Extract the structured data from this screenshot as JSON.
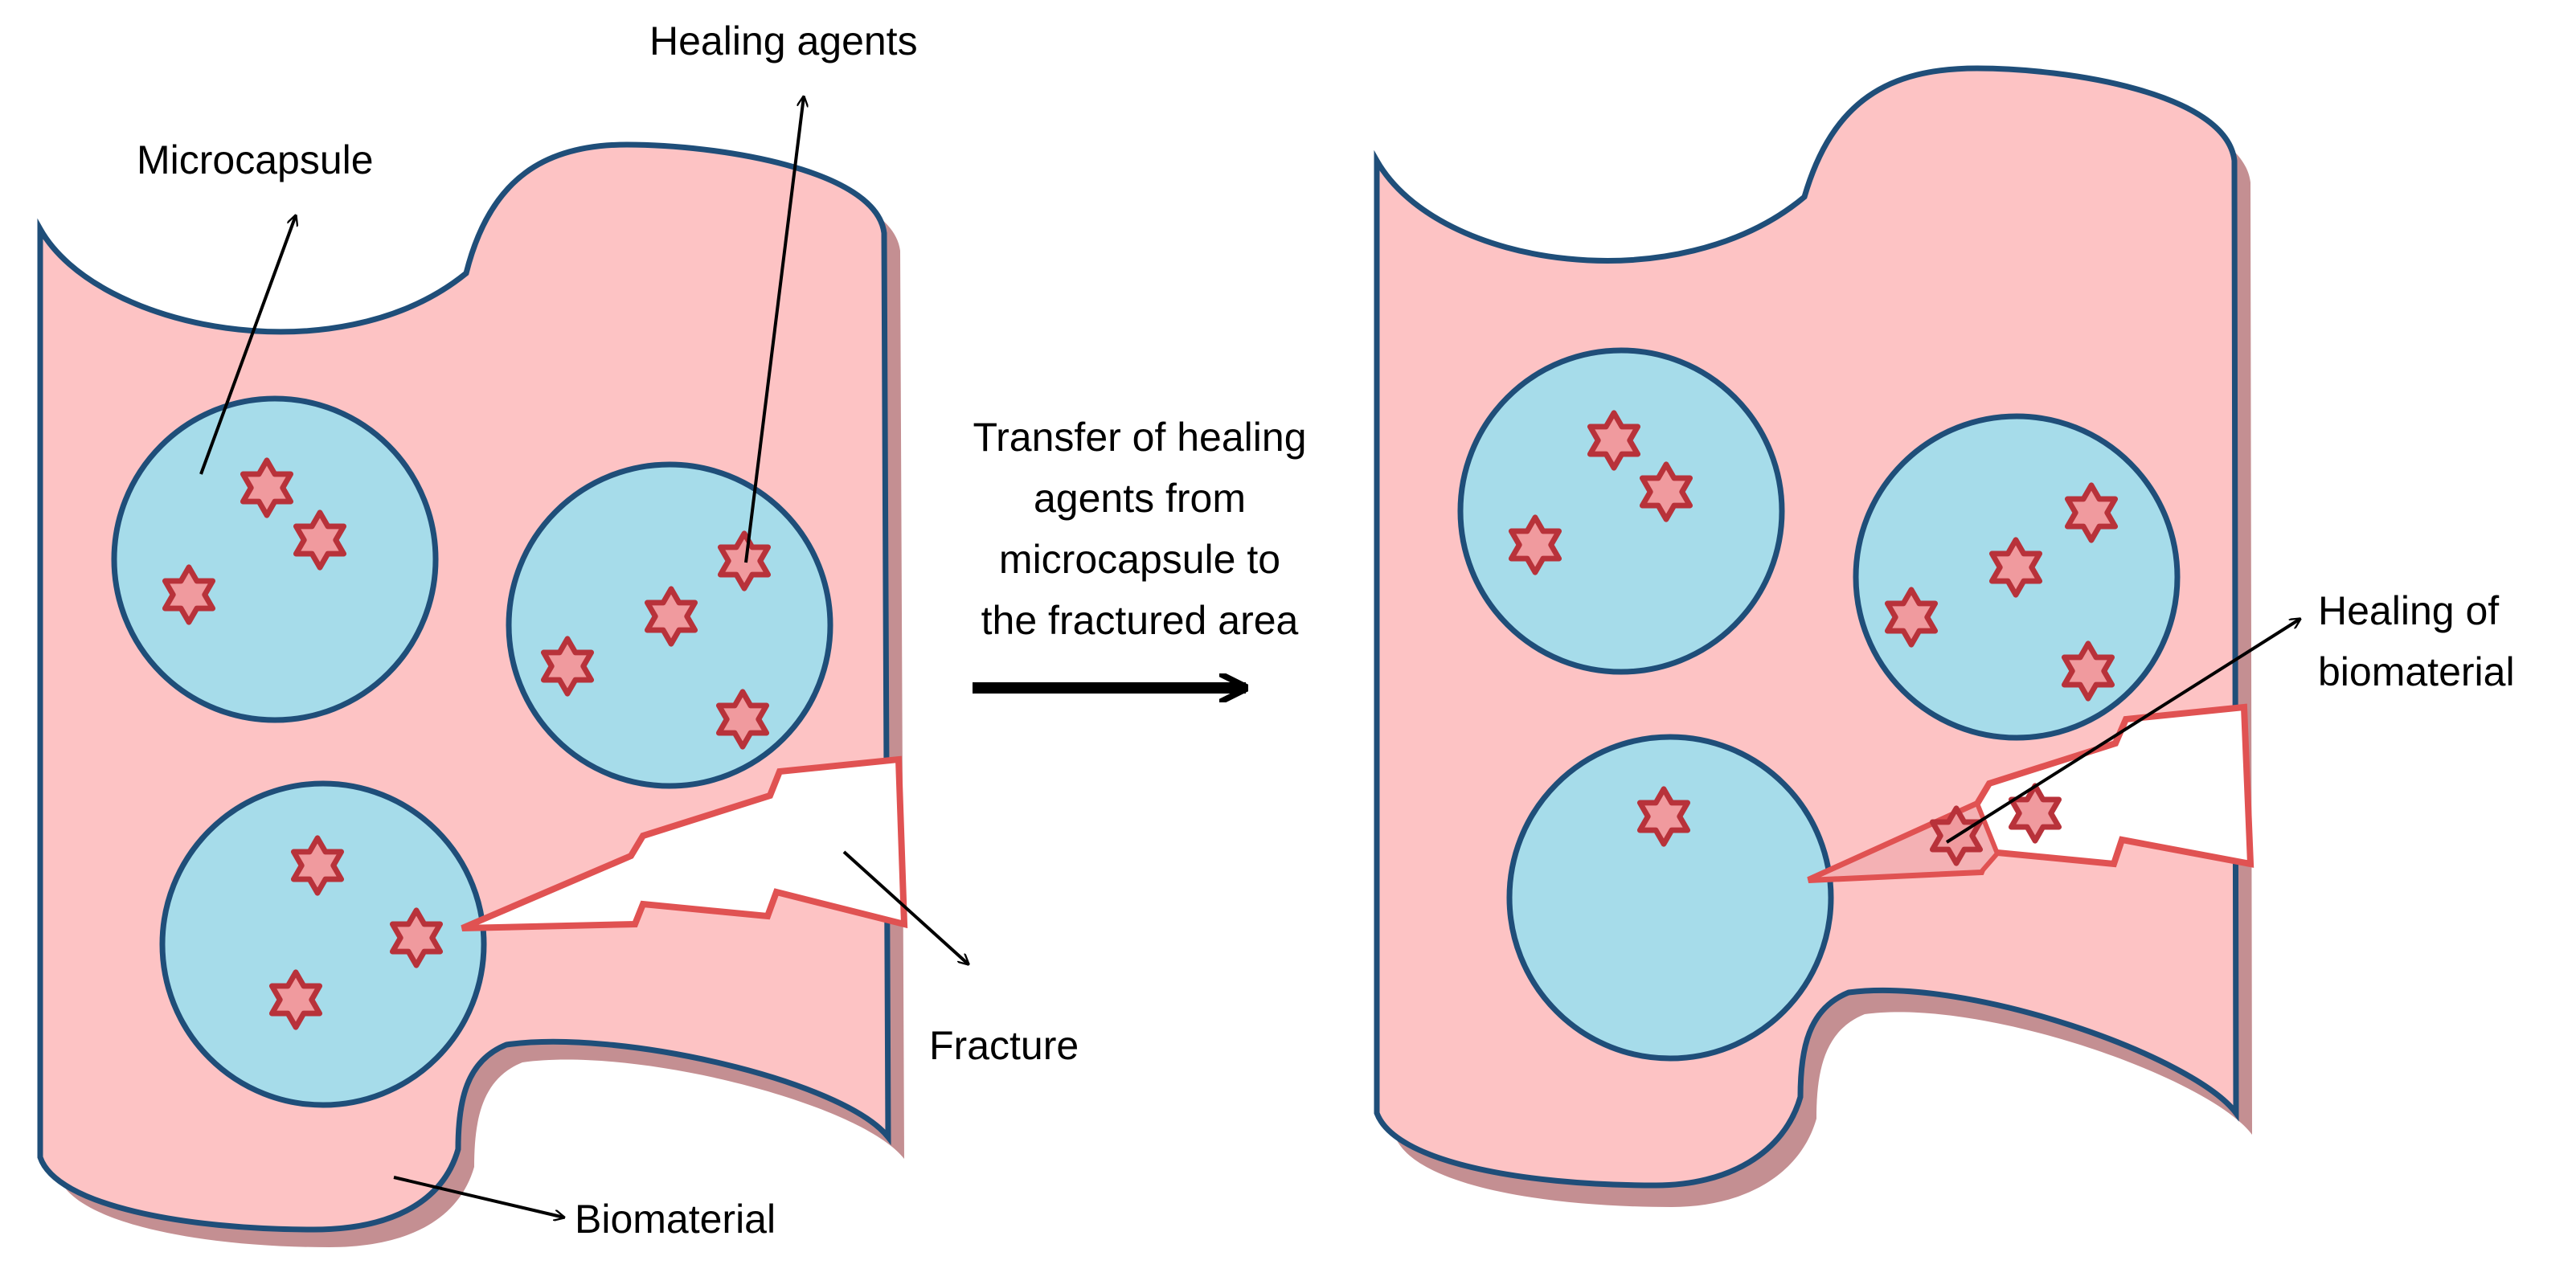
{
  "labels": {
    "microcapsule": "Microcapsule",
    "healing_agents": "Healing agents",
    "fracture": "Fracture",
    "biomaterial": "Biomaterial",
    "transfer_line1": "Transfer of healing",
    "transfer_line2": "agents from",
    "transfer_line3": "microcapsule to",
    "transfer_line4": "the fractured area",
    "healing_line1": "Healing of",
    "healing_line2": "biomaterial"
  },
  "colors": {
    "biomaterial_fill": "#fdc3c4",
    "biomaterial_shadow": "#c48f92",
    "outline": "#1f4e79",
    "capsule_fill": "#a6dcea",
    "star_fill": "#f09a9e",
    "star_stroke": "#b8323a",
    "fracture_stroke": "#e05252",
    "arrow": "#000000"
  },
  "icons": {
    "healing_agent": "six-point-star-icon",
    "process_arrow": "arrow-right-icon",
    "fracture": "lightning-crack-icon"
  }
}
